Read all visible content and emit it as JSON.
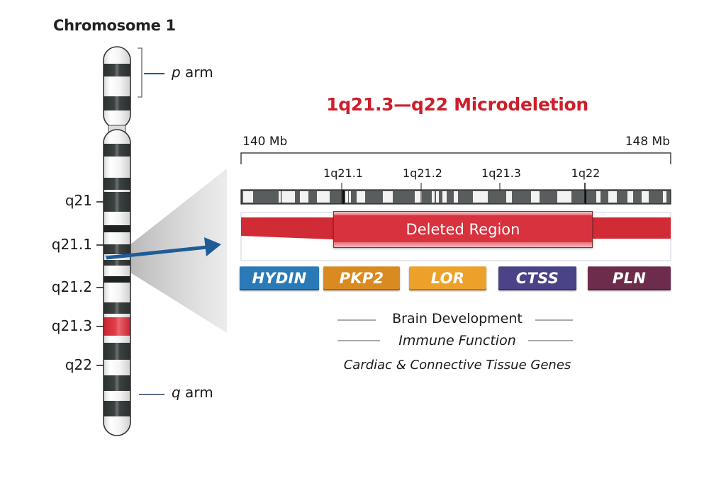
{
  "chromosome": {
    "title": "Chromosome 1",
    "p_arm": {
      "letter": "p",
      "suffix": " arm"
    },
    "q_arm": {
      "letter": "q",
      "suffix": " arm"
    },
    "band_labels": [
      "q21",
      "q21.1",
      "q21.2",
      "q21.3",
      "q22"
    ],
    "highlighted_band": "q21.3",
    "highlight_color": "#d8323e",
    "dark_band_color": "#363a3a"
  },
  "detail": {
    "title": "1q21.3—q22 Microdeletion",
    "title_color": "#cc1f2b",
    "scale": {
      "start": "140 Mb",
      "end": "148 Mb"
    },
    "sub_bands": [
      "1q21.1",
      "1q21.2",
      "1q21.3",
      "1q22"
    ],
    "deleted_region_label": "Deleted Region",
    "deleted_color": "#d12b35",
    "genes": [
      {
        "name": "HYDIN",
        "color": "#2a7ab8"
      },
      {
        "name": "PKP2",
        "color": "#d98a20"
      },
      {
        "name": "LOR",
        "color": "#eea12a"
      },
      {
        "name": "CTSS",
        "color": "#4a4388"
      },
      {
        "name": "PLN",
        "color": "#6e2c4c"
      }
    ],
    "functions": [
      "Brain Development",
      "Immune Function",
      "Cardiac & Connective Tissue Genes"
    ]
  },
  "arrow_color": "#1f5c96"
}
